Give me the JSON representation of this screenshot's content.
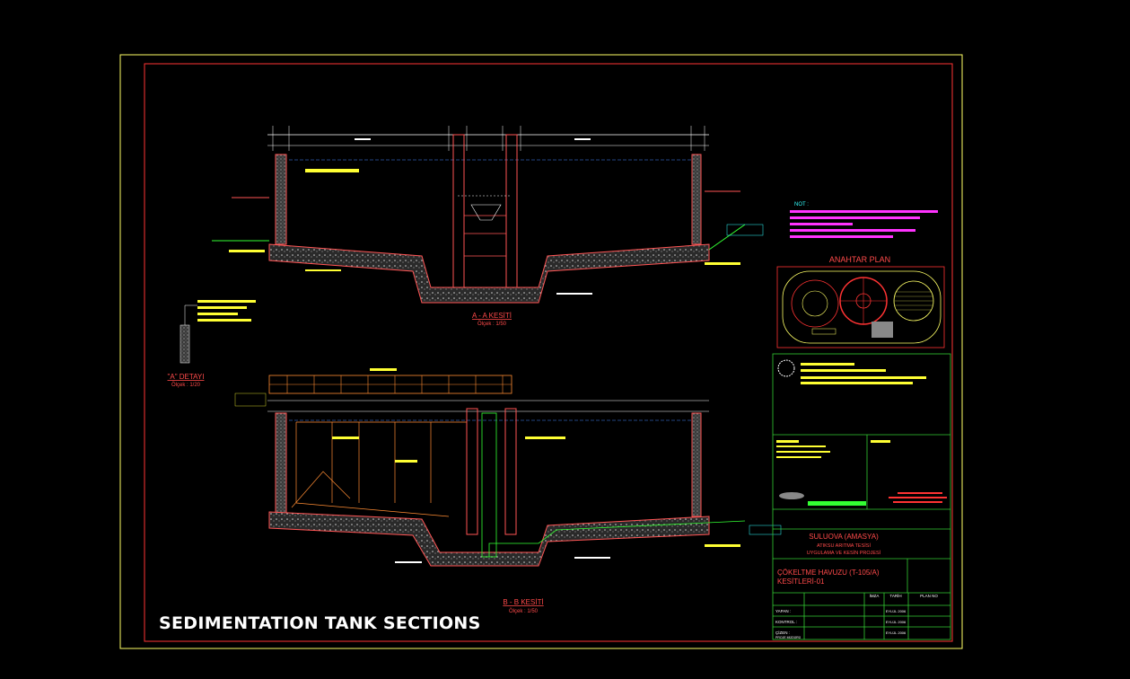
{
  "drawing": {
    "main_title": "SEDIMENTATION TANK SECTIONS",
    "section_a": {
      "title": "A - A KESİTİ",
      "scale": "Ölçek : 1/50"
    },
    "section_b": {
      "title": "B - B KESİTİ",
      "scale": "Ölçek : 1/50"
    },
    "detail_a": {
      "title": "\"A\" DETAYI",
      "scale": "Ölçek : 1/20"
    },
    "key_plan": {
      "title": "ANAHTAR PLAN"
    },
    "notes_heading": "NOT :",
    "title_block": {
      "project_location": "SULUOVA (AMASYA)",
      "project_line2": "ATIKSU ARITMA TESİSİ",
      "project_line3": "UYGULAMA VE KESİN PROJESİ",
      "sheet_title_1": "ÇÖKELTME HAVUZU (T-105/A)",
      "sheet_title_2": "KESİTLERİ-01",
      "row_labels": [
        "YAPAN :",
        "KONTROL :",
        "ÇİZEN :",
        "PROJE MÜDÜRÜ"
      ],
      "col_labels": [
        "İMZA",
        "TARİH",
        "PLAN NO"
      ],
      "dates": [
        "EYLÜL 2006",
        "EYLÜL 2006",
        "EYLÜL 2006"
      ]
    }
  },
  "colors": {
    "background": "#000000",
    "outer_border": "#ffff66",
    "inner_border": "#ff3333",
    "title_block_lines": "#33cc33",
    "structure": "#ff5555",
    "hatch": "#cccccc",
    "dimension": "#ffffff",
    "annotation": "#ffff33"
  }
}
